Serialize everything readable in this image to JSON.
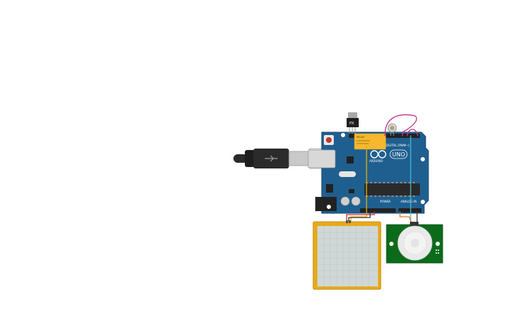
{
  "canvas": {
    "background": "#ffffff"
  },
  "usb_cable": {
    "icon": "usb-icon"
  },
  "transistor": {
    "label": "PX"
  },
  "arduino": {
    "model": "UNO",
    "brand": "ARDUINO",
    "digital_header_label": "DIGITAL (PWM~)",
    "power_header_label": "POWER",
    "analog_header_label": "ANALOG IN",
    "board_color": "#1f5f8f"
  },
  "relay": {
    "label": "RELAY",
    "color": "#f5b82e"
  },
  "breadboard": {
    "frame_color": "#e8a91d",
    "grid_color": "#b8c4c4"
  },
  "pir_sensor": {
    "board_color": "#0c6b1b"
  },
  "wires": {
    "red": "#d22d2d",
    "black": "#333333",
    "yellow": "#e0b200",
    "teal": "#4ab8cc",
    "magenta": "#c0348a",
    "orange": "#e07a1f"
  }
}
